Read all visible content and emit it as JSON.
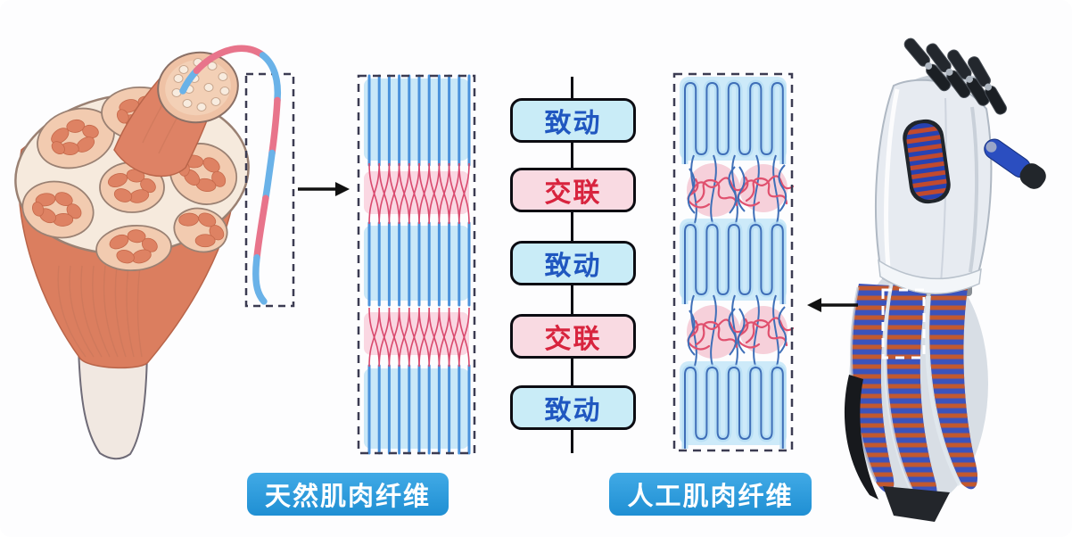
{
  "flow": {
    "steps": [
      {
        "label": "致动",
        "type": "actuation"
      },
      {
        "label": "交联",
        "type": "crosslink"
      },
      {
        "label": "致动",
        "type": "actuation"
      },
      {
        "label": "交联",
        "type": "crosslink"
      },
      {
        "label": "致动",
        "type": "actuation"
      }
    ]
  },
  "captions": {
    "natural_fiber": "天然肌肉纤维",
    "artificial_fiber": "人工肌肉纤维"
  },
  "icons": {
    "arrow_right_icon": "→",
    "arrow_left_icon": "←"
  },
  "colors": {
    "actuation_box_bg": "#C9ECF7",
    "actuation_text": "#2057C0",
    "crosslink_box_bg": "#F9DAE2",
    "crosslink_text": "#D8243E",
    "caption_bg": "#2E9FDD",
    "caption_text": "#FFFFFF",
    "fiber_actuation_blue": "#6AB2E8",
    "fiber_crosslink_pink": "#E8748B",
    "panel_band_blue": "#C9E8F8",
    "panel_band_pink": "#F9D3DF",
    "natural_fiber_line": "#4B92DB",
    "crosslink_line": "#D94A6E",
    "artificial_fiber_line": "#3F6FB8",
    "muscle_tissue": "#DB7E5F",
    "dashed_outline": "#3C3C52"
  }
}
